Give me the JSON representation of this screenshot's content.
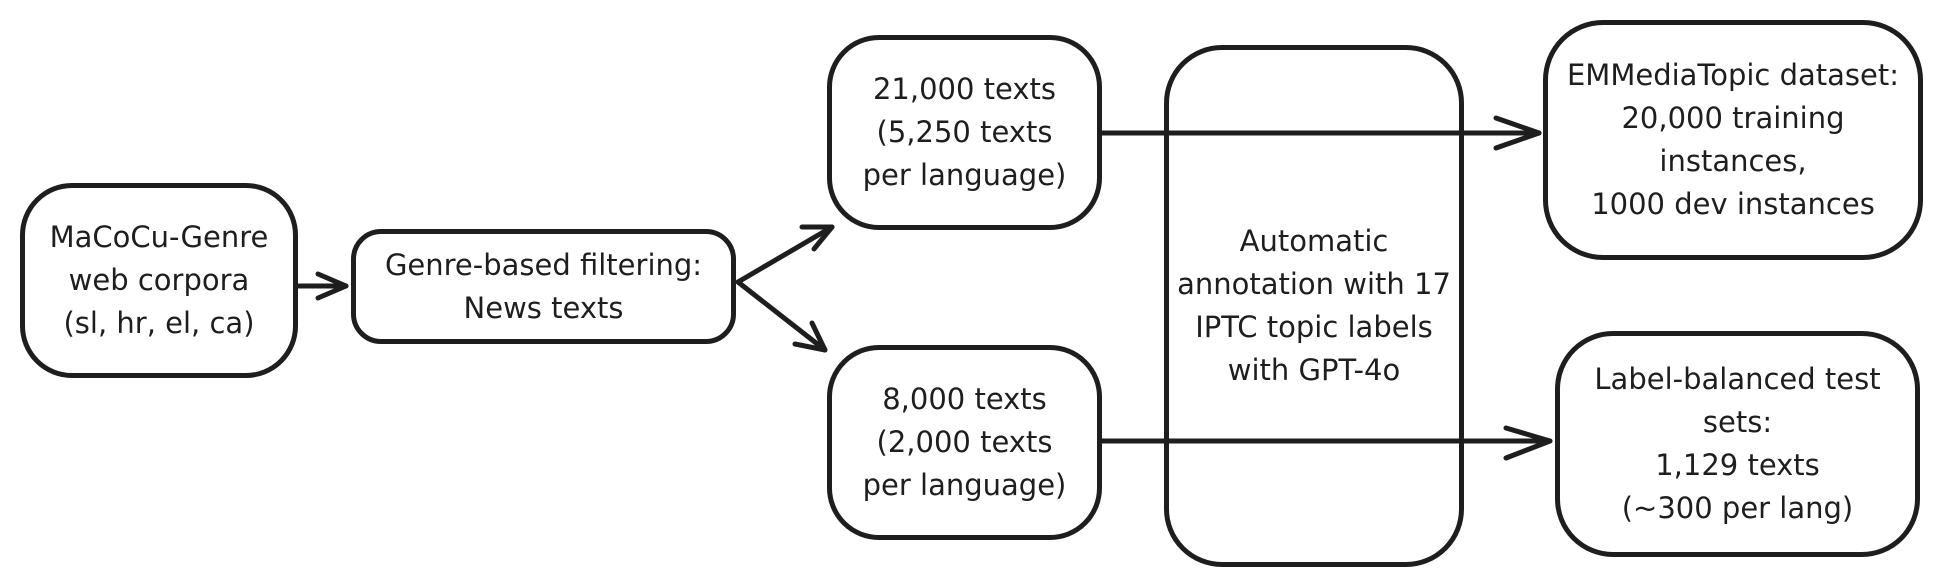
{
  "nodes": {
    "source": {
      "lines": [
        "MaCoCu-Genre",
        "web corpora",
        "(sl, hr, el, ca)"
      ]
    },
    "filter": {
      "lines": [
        "Genre-based filtering:",
        "News texts"
      ]
    },
    "train_pool": {
      "lines": [
        "21,000 texts",
        "(5,250 texts",
        "per language)"
      ]
    },
    "test_pool": {
      "lines": [
        "8,000 texts",
        "(2,000 texts",
        "per language)"
      ]
    },
    "annotation": {
      "lines": [
        "Automatic",
        "annotation with 17",
        "IPTC topic labels",
        "with GPT-4o"
      ]
    },
    "dataset": {
      "lines": [
        "EMMediaTopic dataset:",
        "20,000 training",
        "instances,",
        "1000 dev instances"
      ]
    },
    "test_sets": {
      "lines": [
        "Label-balanced test",
        "sets:",
        "1,129 texts",
        "(~300 per lang)"
      ]
    }
  },
  "edges": [
    {
      "from": "source",
      "to": "filter"
    },
    {
      "from": "filter",
      "to": "train_pool"
    },
    {
      "from": "filter",
      "to": "test_pool"
    },
    {
      "from": "train_pool",
      "to": "dataset",
      "via": "annotation"
    },
    {
      "from": "test_pool",
      "to": "test_sets",
      "via": "annotation"
    }
  ],
  "colors": {
    "stroke": "#1e1e1e",
    "fill": "#ffffff"
  }
}
